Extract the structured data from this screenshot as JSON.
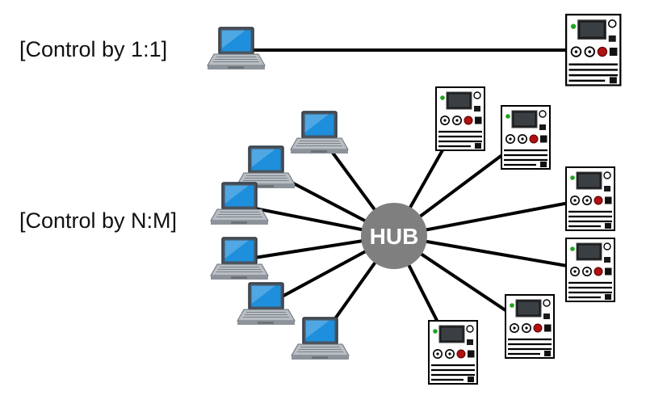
{
  "diagram": {
    "labels": {
      "one_to_one": "[Control by 1:1]",
      "n_to_m": "[Control by N:M]"
    },
    "hub": {
      "label": "HUB"
    },
    "nodes": {
      "one_to_one": {
        "laptops": 1,
        "instruments": 1
      },
      "n_to_m": {
        "laptops": 6,
        "instruments": 6
      }
    },
    "colors": {
      "laptop_screen": "#1e8fdc",
      "laptop_bezel": "#49535e",
      "laptop_base": "#b9bec4",
      "hub_fill": "#7f7f7f",
      "hub_text": "#ffffff",
      "device_led": "#1fa51f",
      "device_button": "#b01111",
      "device_screen": "#1a1a1a",
      "line": "#000000"
    }
  }
}
